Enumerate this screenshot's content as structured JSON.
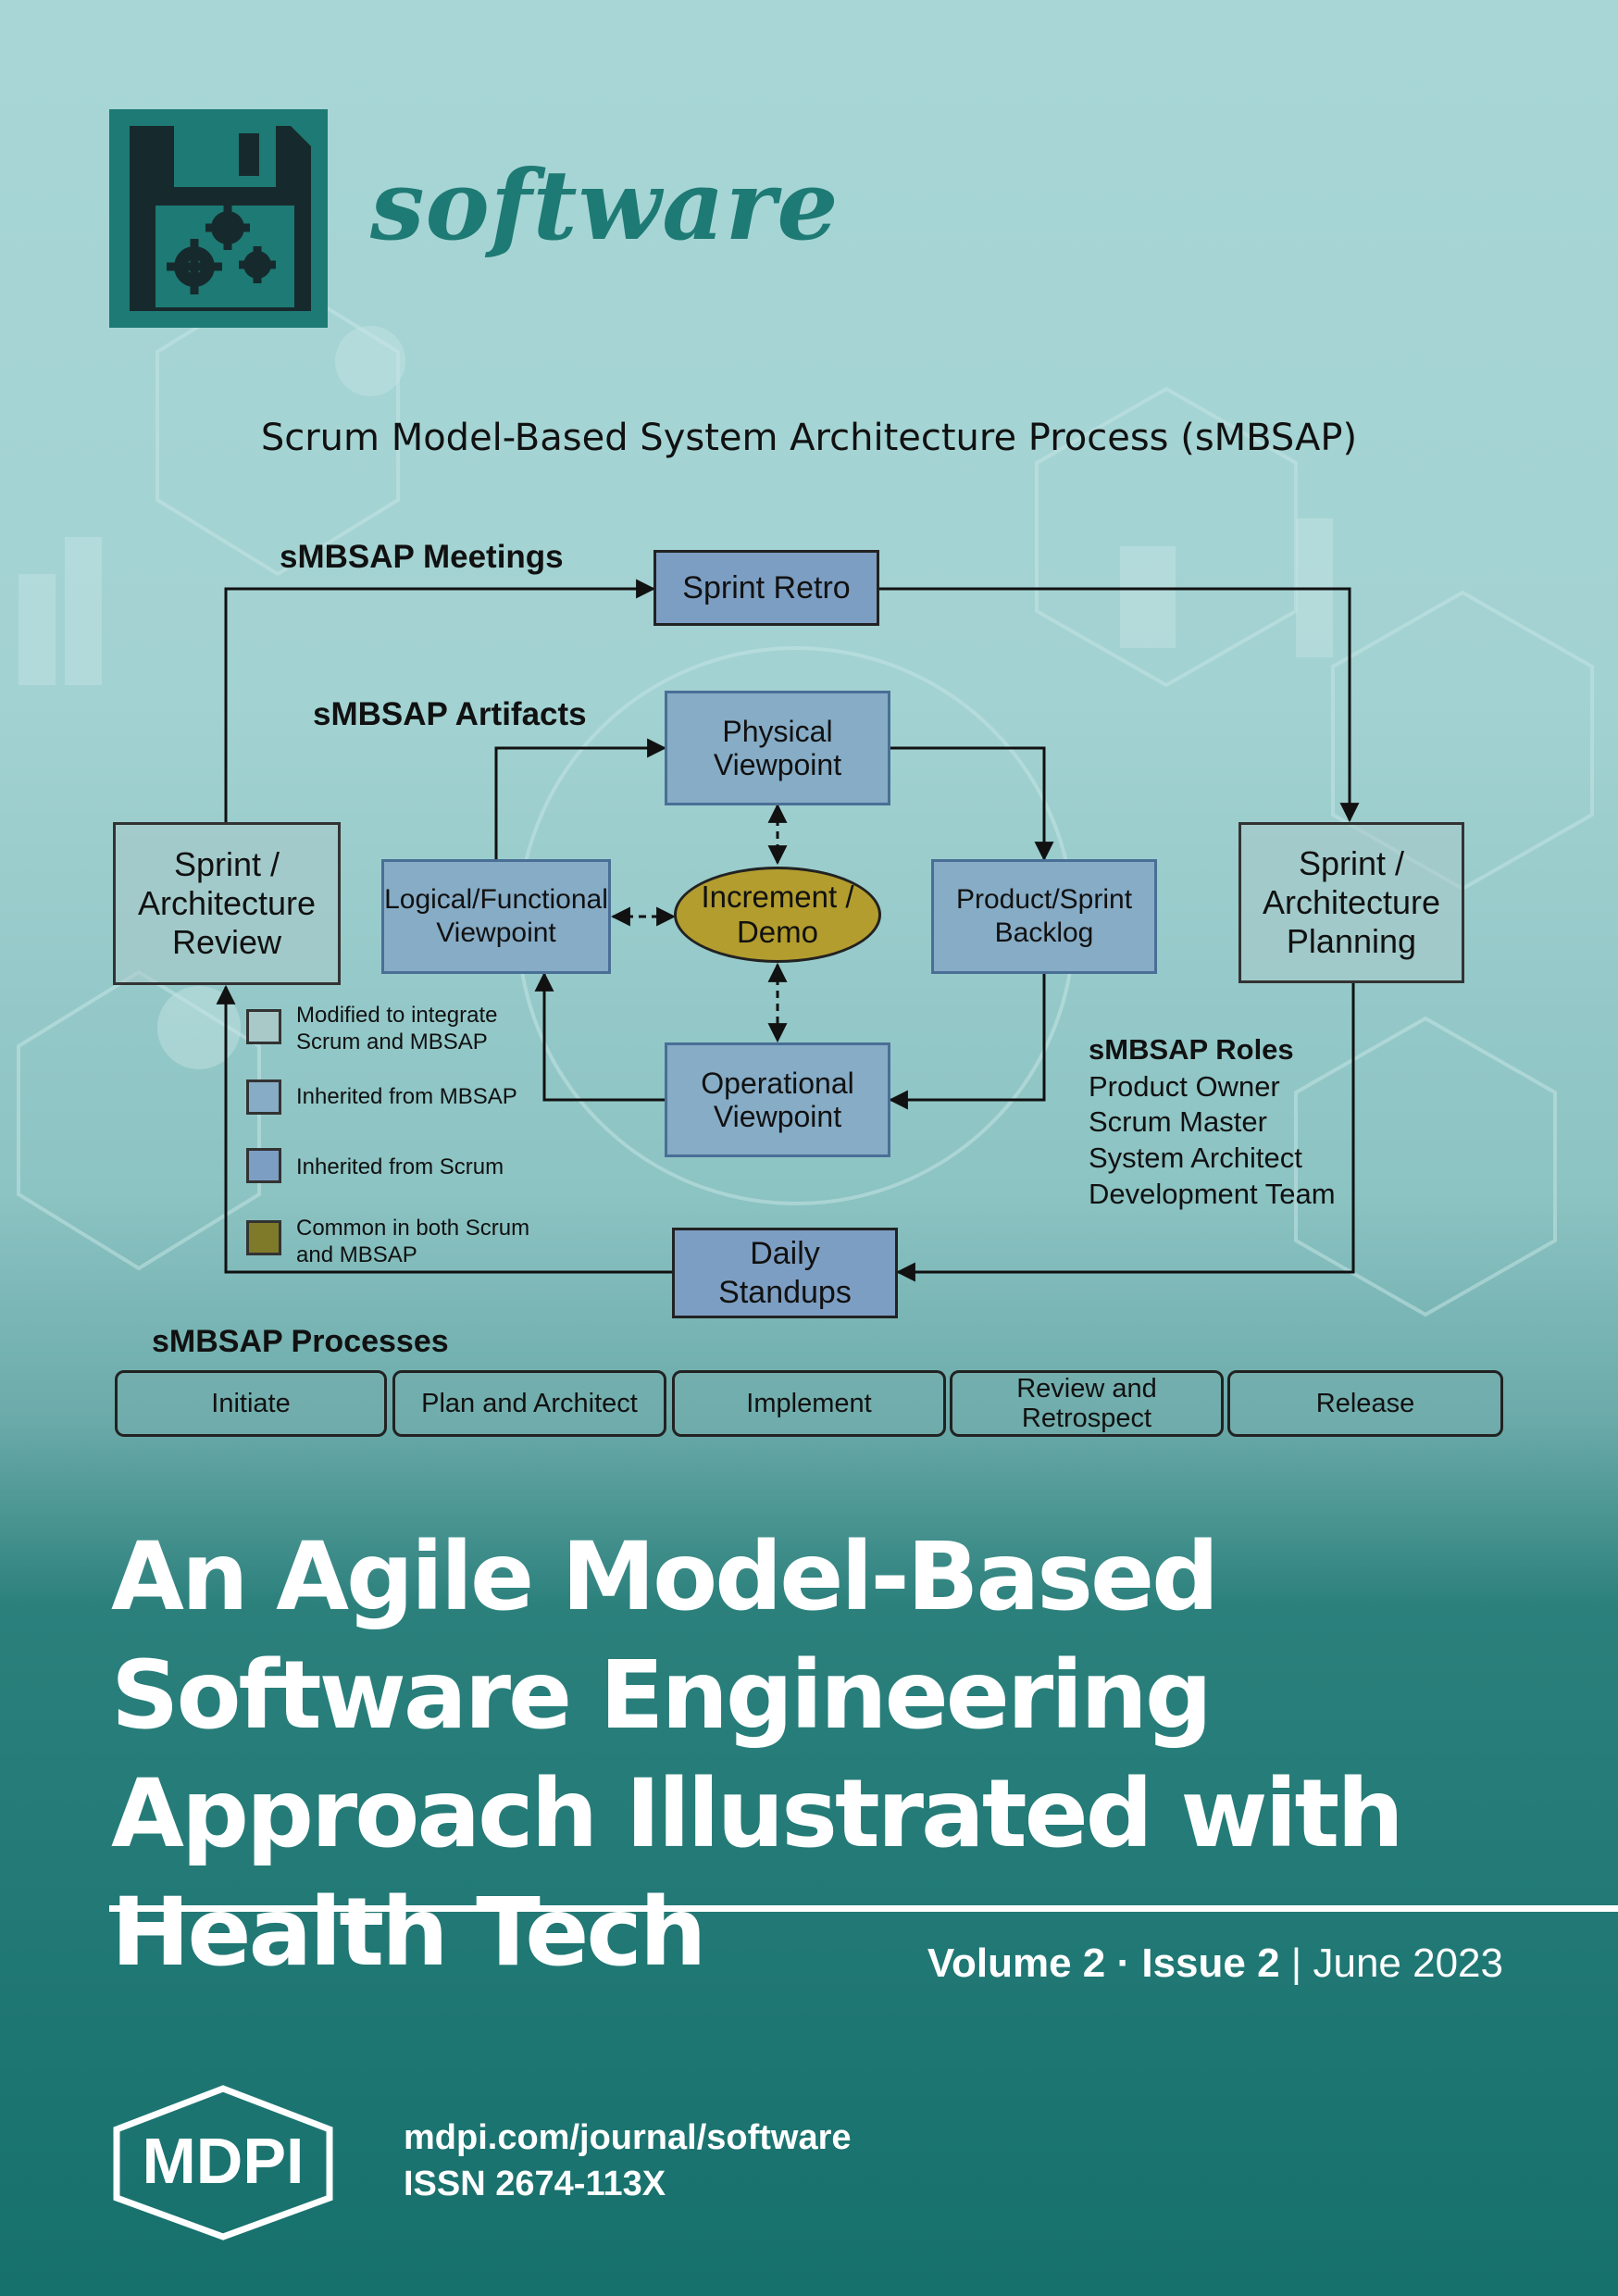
{
  "journal": {
    "name": "software",
    "logo_icon": "floppy-disk-gears-icon",
    "brand_color": "#1e7a74"
  },
  "diagram": {
    "title": "Scrum Model-Based System Architecture Process (sMBSAP)",
    "meetings_label": "sMBSAP Meetings",
    "artifacts_label": "sMBSAP Artifacts",
    "processes_label": "sMBSAP Processes",
    "nodes": {
      "sprint_retro": "Sprint Retro",
      "physical_viewpoint": "Physical\nViewpoint",
      "logical_viewpoint": "Logical/Functional\nViewpoint",
      "increment_demo": "Increment /\nDemo",
      "product_backlog": "Product/Sprint\nBacklog",
      "operational_viewpoint": "Operational\nViewpoint",
      "sprint_review": "Sprint /\nArchitecture\nReview",
      "sprint_planning": "Sprint /\nArchitecture\nPlanning",
      "daily_standups": "Daily\nStandups"
    },
    "legend": [
      {
        "text": "Modified to integrate\nScrum and MBSAP",
        "color": "#a9c8c8"
      },
      {
        "text": "Inherited from MBSAP",
        "color": "#86acc6"
      },
      {
        "text": "Inherited from Scrum",
        "color": "#7c9ec3"
      },
      {
        "text": "Common in both Scrum\nand MBSAP",
        "color": "#7e7a2a"
      }
    ],
    "roles_title": "sMBSAP Roles",
    "roles": [
      "Product Owner",
      "Scrum Master",
      "System Architect",
      "Development Team"
    ],
    "processes": [
      "Initiate",
      "Plan and Architect",
      "Implement",
      "Review and\nRetrospect",
      "Release"
    ]
  },
  "article": {
    "title": "An Agile Model-Based Software Engineering Approach Illustrated with Health Tech"
  },
  "issue": {
    "volume": "Volume 2",
    "separator": " · ",
    "issue": "Issue 2",
    "bar": " | ",
    "date": "June 2023"
  },
  "publisher": {
    "logo_text": "MDPI",
    "url": "mdpi.com/journal/software",
    "issn": "ISSN 2674-113X"
  }
}
